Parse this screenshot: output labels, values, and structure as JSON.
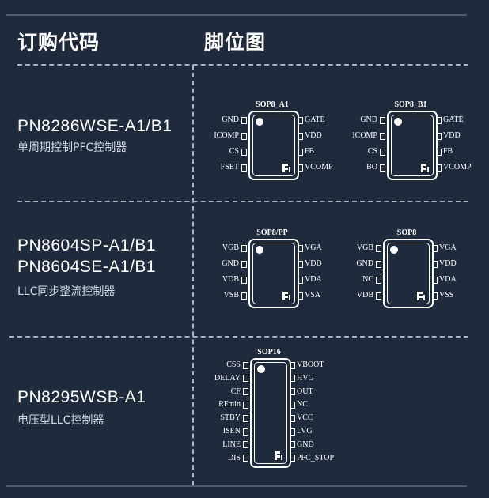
{
  "headers": {
    "order_code": "订购代码",
    "pin_diagram": "脚位图"
  },
  "sections": [
    {
      "part_numbers": [
        "PN8286WSE-A1/B1"
      ],
      "description": "单周期控制PFC控制器"
    },
    {
      "part_numbers": [
        "PN8604SP-A1/B1",
        "PN8604SE-A1/B1"
      ],
      "description": "LLC同步整流控制器"
    },
    {
      "part_numbers": [
        "PN8295WSB-A1"
      ],
      "description": "电压型LLC控制器"
    }
  ],
  "chips": [
    {
      "package": "SOP8_A1",
      "left_pins": [
        "GND",
        "ICOMP",
        "CS",
        "FSET"
      ],
      "right_pins": [
        "GATE",
        "VDD",
        "FB",
        "VCOMP"
      ]
    },
    {
      "package": "SOP8_B1",
      "left_pins": [
        "GND",
        "ICOMP",
        "CS",
        "BO"
      ],
      "right_pins": [
        "GATE",
        "VDD",
        "FB",
        "VCOMP"
      ]
    },
    {
      "package": "SOP8/PP",
      "left_pins": [
        "VGB",
        "GND",
        "VDB",
        "VSB"
      ],
      "right_pins": [
        "VGA",
        "VDD",
        "VDA",
        "VSA"
      ]
    },
    {
      "package": "SOP8",
      "left_pins": [
        "VGB",
        "GND",
        "NC",
        "VDB"
      ],
      "right_pins": [
        "VGA",
        "VDD",
        "VDA",
        "VSS"
      ]
    },
    {
      "package": "SOP16",
      "left_pins": [
        "CSS",
        "DELAY",
        "CF",
        "RFmin",
        "STBY",
        "ISEN",
        "LINE",
        "DIS"
      ],
      "right_pins": [
        "VBOOT",
        "HVG",
        "OUT",
        "NC",
        "VCC",
        "LVG",
        "GND",
        "PFC_STOP"
      ]
    }
  ]
}
